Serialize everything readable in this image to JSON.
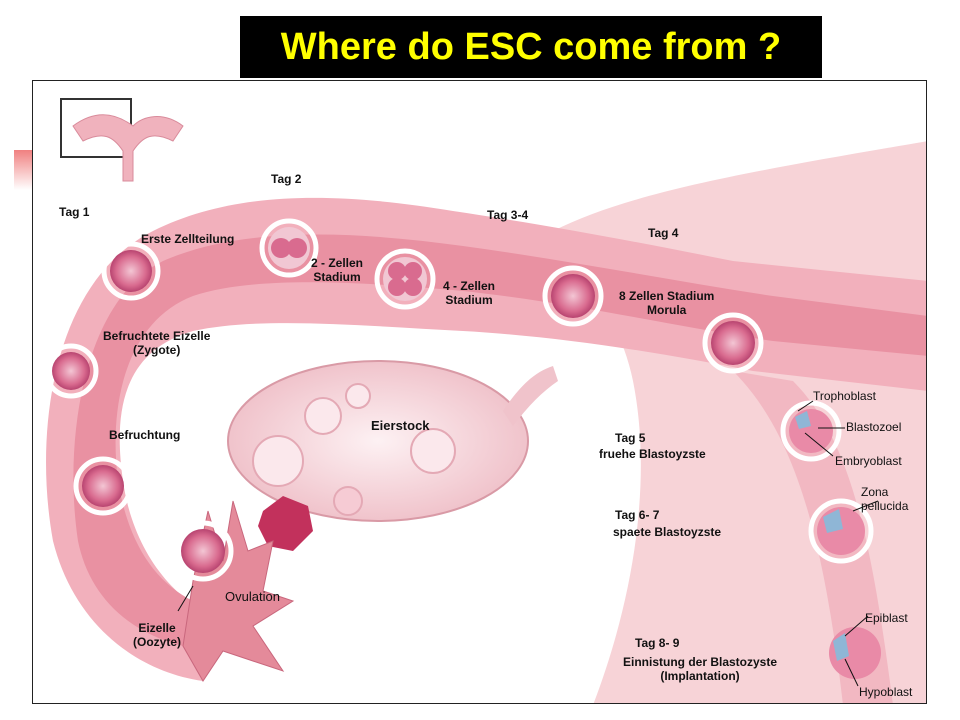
{
  "title": "Where do ESC come from ?",
  "labels": {
    "tag1": "Tag 1",
    "tag2": "Tag 2",
    "tag34": "Tag 3-4",
    "tag4": "Tag 4",
    "tag5": "Tag 5",
    "tag5_stage": "fruehe Blastoyzste",
    "tag67": "Tag 6- 7",
    "tag67_stage": "spaete Blastoyzste",
    "tag89": "Tag 8- 9",
    "tag89_stage": "Einnistung der Blastozyste",
    "tag89_stage2": "(Implantation)",
    "erste_zellteilung": "Erste Zellteilung",
    "zwei_zellen_1": "2 - Zellen",
    "zwei_zellen_2": "Stadium",
    "vier_zellen_1": "4 - Zellen",
    "vier_zellen_2": "Stadium",
    "acht_zellen_1": "8 Zellen Stadium",
    "acht_zellen_2": "Morula",
    "befruchtete_1": "Befruchtete Eizelle",
    "befruchtete_2": "(Zygote)",
    "befruchtung": "Befruchtung",
    "eierstock": "Eierstock",
    "ovulation": "Ovulation",
    "eizelle_1": "Eizelle",
    "eizelle_2": "(Oozyte)",
    "trophoblast": "Trophoblast",
    "blastozoel": "Blastozoel",
    "embryoblast": "Embryoblast",
    "zona_1": "Zona",
    "zona_2": "pellucida",
    "epiblast": "Epiblast",
    "hypoblast": "Hypoblast"
  },
  "colors": {
    "title_bg": "#000000",
    "title_text": "#ffff00",
    "tube_wall": "#f2b8c0",
    "tube_inner": "#e48a9a",
    "cell": "#d9668a",
    "uterus": "#f7d3d7"
  }
}
